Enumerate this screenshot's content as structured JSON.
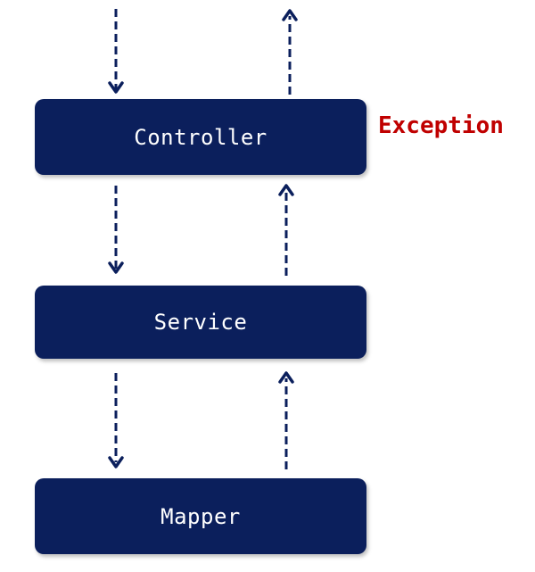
{
  "layers": {
    "controller": {
      "label": "Controller"
    },
    "service": {
      "label": "Service"
    },
    "mapper": {
      "label": "Mapper"
    }
  },
  "annotation": {
    "exception_label": "Exception"
  },
  "colors": {
    "box_fill": "#0b1f5c",
    "box_text": "#ffffff",
    "arrow": "#0b1f5c",
    "exception": "#c00000"
  },
  "icons": {
    "down_arrow": "dashed-down-arrow-icon",
    "up_arrow": "dashed-up-arrow-icon"
  }
}
